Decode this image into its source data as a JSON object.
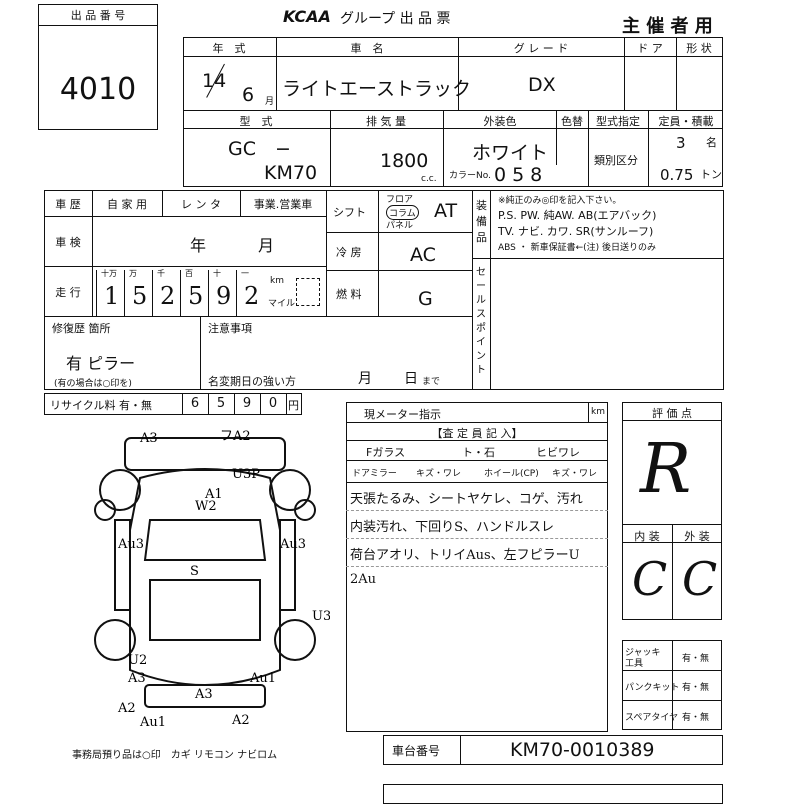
{
  "lot": {
    "label": "出 品 番 号",
    "number": "4010"
  },
  "header": {
    "brand": "KCAA",
    "title": "グループ 出 品 票",
    "host": "主 催 者 用"
  },
  "vehicle": {
    "year_label": "年　式",
    "year": "14",
    "month": "6",
    "month_unit": "月",
    "name_label": "車　名",
    "name": "ライトエーストラック",
    "grade_label": "グ レ ー ド",
    "grade": "DX",
    "door_label": "ド ア",
    "shape_label": "形 状",
    "model_label": "型　式",
    "model_prefix": "GC　−",
    "model": "KM70",
    "disp_label": "排 気 量",
    "displacement": "1800",
    "cc": "c.c.",
    "color_label": "外装色",
    "color": "ホワイト",
    "color_no_label": "カラーNo.",
    "color_no": "058",
    "color_swap_label": "色替",
    "type_label": "型式指定",
    "class_label": "類別区分",
    "capacity_label": "定員・積載",
    "capacity": "3",
    "capacity_unit": "名",
    "load": "0.75",
    "load_unit": "トン"
  },
  "history": {
    "label": "車 歴",
    "private": "自 家 用",
    "rental": "レ ン タ",
    "business": "事業.営業車",
    "shift_label": "シフト",
    "shift_floor": "フロア",
    "shift_column": "コラム",
    "shift_panel": "パネル",
    "shift": "AT",
    "inspection_label": "車 検",
    "inspection_year": "年",
    "inspection_month": "月",
    "ac_label": "冷 房",
    "ac": "AC",
    "mileage_label": "走 行",
    "mileage_digits": [
      "1",
      "5",
      "2",
      "5",
      "9",
      "2"
    ],
    "mileage_units": [
      "十万",
      "万",
      "千",
      "百",
      "十",
      "一"
    ],
    "km": "km",
    "mile": "マイル",
    "fuel_label": "燃 料",
    "fuel": "G"
  },
  "equipment": {
    "label": "装 備 品",
    "note": "※純正のみ◎印を記入下さい。",
    "line1": "P.S. PW. 純AW. AB(エアバック)",
    "line2": "TV. ナビ. カワ. SR(サンルーフ)",
    "line3": "ABS ・ 新車保証書←(注) 後日送りのみ",
    "sales_point": "セールスポイント"
  },
  "repair": {
    "label": "修復歴 箇所",
    "value": "有 ピラー",
    "note": "(有の場合は○印を)"
  },
  "notes": {
    "label": "注意事項",
    "transfer": "名変期日の強い方",
    "month": "月",
    "day": "日",
    "until": "まで"
  },
  "recycle": {
    "label": "リサイクル料 有・無",
    "digits": [
      "6",
      "5",
      "9",
      "0"
    ],
    "unit": "円"
  },
  "meter": {
    "label": "現メーター指示",
    "unit": "km"
  },
  "inspector": {
    "label": "【査 定 員 記 入】",
    "glass": "Fガラス",
    "glass_opts": "ト・石",
    "crack": "ヒビワレ",
    "mirror": "ドアミラー",
    "mirror_opts": "キズ・ワレ",
    "wheel": "ホイール(CP)",
    "wheel_opts": "キズ・ワレ",
    "comments": [
      "天張たるみ、シートヤケレ、コゲ、汚れ",
      "内装汚れ、下回りS、ハンドルスレ",
      "荷台アオリ、トリイAus、左フピラーU",
      "2Au"
    ]
  },
  "diagram": {
    "marks": [
      "A3",
      "フA2",
      "A1",
      "W2",
      "U3P",
      "Au3",
      "Au3",
      "S",
      "U3",
      "U2",
      "A3",
      "Au1",
      "A3",
      "A2",
      "Au1",
      "A2"
    ]
  },
  "rating": {
    "label": "評 価 点",
    "score": "R",
    "interior_label": "内 装",
    "exterior_label": "外 装",
    "interior": "C",
    "exterior": "C"
  },
  "tools": {
    "jack": "ジャッキ工具",
    "jack_val": "有・無",
    "puncture": "パンクキット",
    "puncture_val": "有・無",
    "spare": "スペアタイヤ",
    "spare_val": "有・無"
  },
  "office": {
    "text": "事務局預り品は○印　カギ リモコン ナビロム"
  },
  "chassis": {
    "label": "車台番号",
    "value": "KM70-0010389"
  }
}
